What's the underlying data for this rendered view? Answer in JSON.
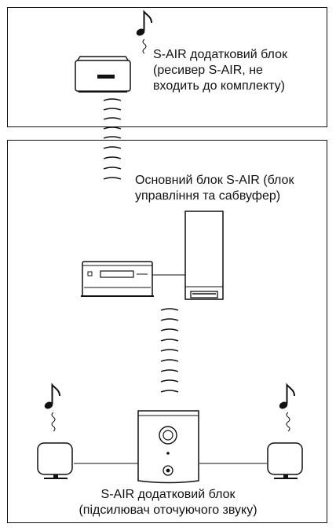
{
  "labels": {
    "receiver_line1": "S-AIR додатковий блок",
    "receiver_line2": "(ресивер S-AIR, не",
    "receiver_line3": "входить до комплекту)",
    "main_line1": "Основний блок S-AIR (блок",
    "main_line2": "управління та сабвуфер)",
    "surround_line1": "S-AIR додатковий блок",
    "surround_line2": "(підсилювач оточуючого звуку)"
  },
  "icons": {
    "music_note": "music-note-icon",
    "wireless_signal": "wireless-signal-icon",
    "receiver": "s-air-receiver-icon",
    "control_unit": "control-unit-icon",
    "subwoofer": "subwoofer-icon",
    "amplifier": "surround-amplifier-icon",
    "speaker": "speaker-icon"
  },
  "colors": {
    "line": "#111111",
    "cable": "#888888",
    "background": "#ffffff"
  }
}
